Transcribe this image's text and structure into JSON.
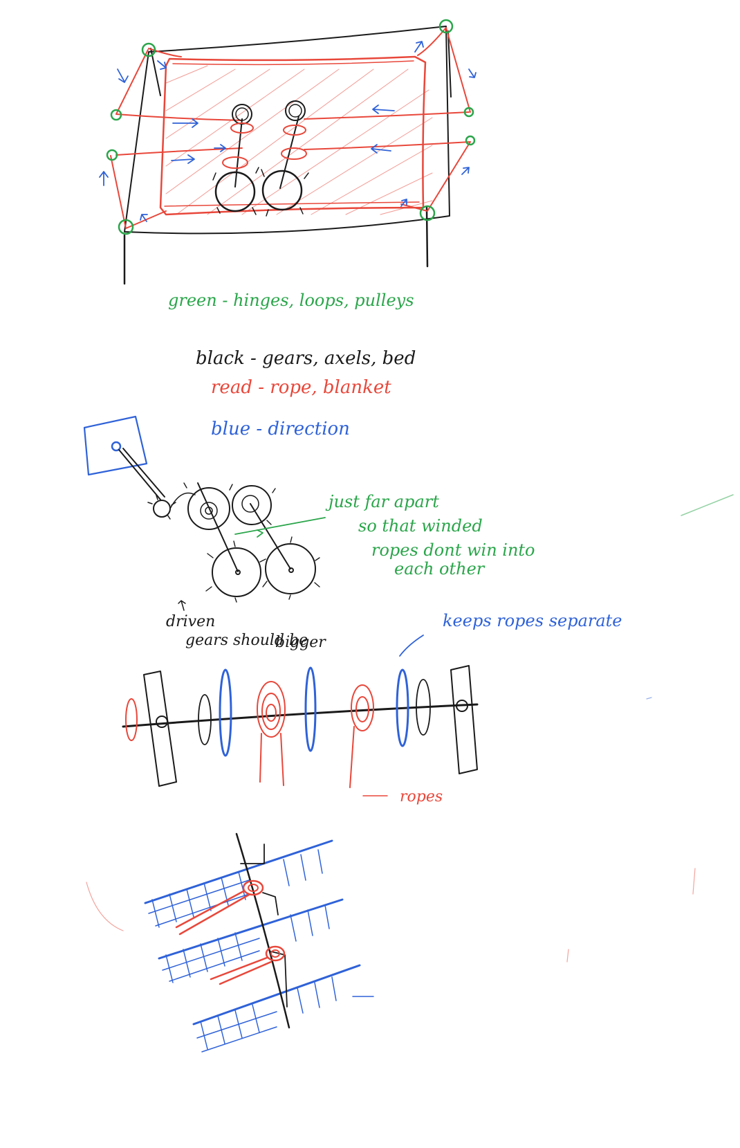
{
  "colors": {
    "black": "#1a1a1a",
    "red": "#e8473a",
    "green": "#2aa54a",
    "blue": "#2f62d8"
  },
  "legend": {
    "green": "green - hinges, loops, pulleys",
    "black": "black - gears, axels, bed",
    "red": "read - rope, blanket",
    "blue": "blue - direction"
  },
  "annotations": {
    "spacing_line1": "just far apart",
    "spacing_line2": "so that winded",
    "spacing_line3": "ropes dont win into",
    "spacing_line4": "each other",
    "driven_line1": "driven",
    "driven_line2": "gears should be",
    "driven_line3": "bigger",
    "separators": "keeps ropes separate",
    "ropes": "ropes"
  }
}
